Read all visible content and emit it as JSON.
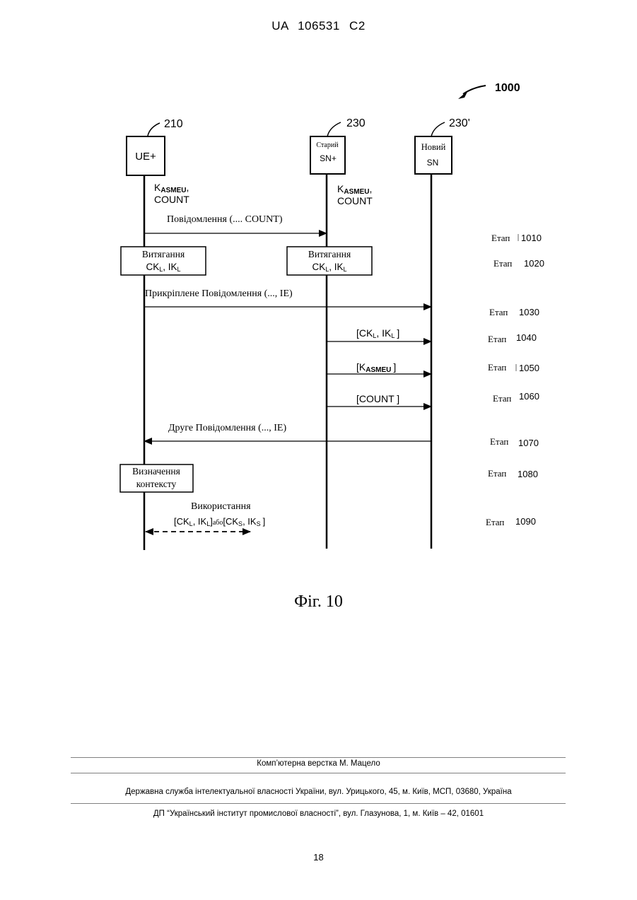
{
  "header": {
    "patent_id": "UA   106531   C2"
  },
  "figure": {
    "ref_number": "1000",
    "entities": [
      {
        "ref": "210",
        "label_lines": [
          "UE+"
        ]
      },
      {
        "ref": "230",
        "label_lines": [
          "Старий",
          "SN+"
        ]
      },
      {
        "ref": "230'",
        "label_lines": [
          "Новий",
          "SN"
        ]
      }
    ],
    "keys_ue": {
      "k": "K",
      "k_sub": "ASMEU",
      "k_suffix": ",",
      "count": "COUNT"
    },
    "keys_old_sn": {
      "k": "K",
      "k_sub": "ASMEU",
      "k_suffix": ",",
      "count": "COUNT"
    },
    "msg_1010": "Повідомлення (.... COUNT)",
    "derive_box_title": "Витягання",
    "derive_ck": "CK",
    "derive_ik": "IK",
    "sub_l": "L",
    "sep_comma": ", ",
    "msg_1030": "Прикріплене Повідомлення (..., IE)",
    "msg_1040": {
      "open": "[CK",
      "mid": ", IK",
      "close": "]"
    },
    "msg_1050": {
      "open": "[K",
      "sub": "ASMEU",
      "close": "]"
    },
    "msg_1060": "[COUNT ]",
    "msg_1070": "Друге Повідомлення (..., IE)",
    "context_box": [
      "Визначення",
      "контексту"
    ],
    "usage_title": "Використання",
    "usage_keys": {
      "p1": "[CK",
      "p2": ", IK",
      "p3": "]",
      "abo": "або",
      "p4": "[CK",
      "sub_s": "S",
      "p5": ", IK",
      "p6": "]"
    },
    "steps": [
      {
        "word": "Етап",
        "num": "1010"
      },
      {
        "word": "Етап",
        "num": "1020"
      },
      {
        "word": "Етап",
        "num": "1030"
      },
      {
        "word": "Етап",
        "num": "1040"
      },
      {
        "word": "Етап",
        "num": "1050"
      },
      {
        "word": "Етап",
        "num": "1060"
      },
      {
        "word": "Етап",
        "num": "1070"
      },
      {
        "word": "Етап",
        "num": "1080"
      },
      {
        "word": "Етап",
        "num": "1090"
      }
    ],
    "caption": "Фіг. 10"
  },
  "footer": {
    "layout_credit": "Комп’ютерна верстка М. Мацело",
    "agency": "Державна служба інтелектуальної власності України, вул. Урицького, 45, м. Київ, МСП, 03680, Україна",
    "institute": "ДП “Український інститут промислової власності”, вул. Глазунова, 1, м. Київ – 42, 01601"
  },
  "page_number": "18"
}
